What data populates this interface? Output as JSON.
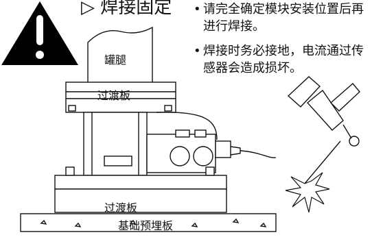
{
  "title_text": "焊接固定",
  "bullets": [
    "请完全确定模块安装位置后再进行焊接。",
    "焊接时务必接地，电流通过传感器会造成损坏。"
  ],
  "bullet_char": "•",
  "labels": {
    "tank_leg": "罐腿",
    "top_plate": "过渡板",
    "bottom_plate": "过渡板",
    "base_plate": "基础预埋板"
  },
  "icons": {
    "warning": "warning-icon",
    "welding_torch": "welding-torch-icon"
  },
  "colors": {
    "warning_bg": "#000000",
    "warning_mark": "#ffffff",
    "line": "#111111"
  }
}
